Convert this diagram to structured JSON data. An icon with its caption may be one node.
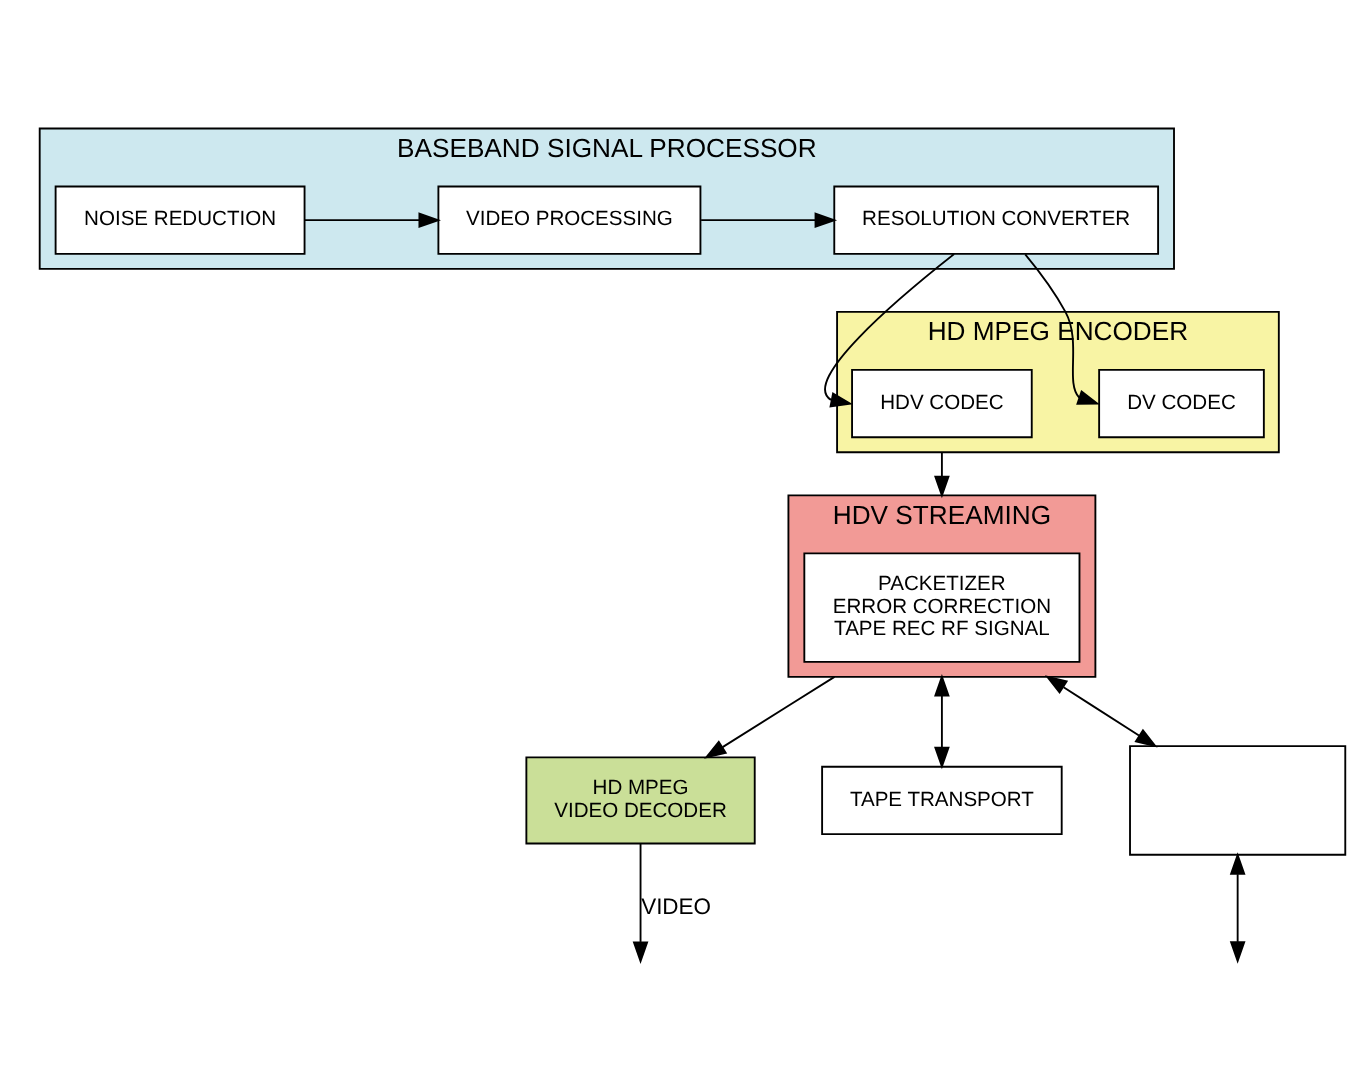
{
  "diagram": {
    "nodes": [
      {
        "text": [
          "BASEBAND SIGNAL PROCESSOR"
        ]
      },
      {
        "text": [
          "NOISE REDUCTION"
        ],
        "in": 0
      },
      {
        "text": [
          "VIDEO PROCESSING"
        ],
        "in": 0
      },
      {
        "text": [
          "RESOLUTION CONVERTER"
        ],
        "in": 0
      },
      {
        "text": [
          "HD MPEG ENCODER"
        ]
      },
      {
        "text": [
          "HDV CODEC"
        ],
        "in": 4
      },
      {
        "text": [
          "DV CODEC"
        ],
        "in": 4
      },
      {
        "text": [
          "HDV STREAMING"
        ]
      },
      {
        "text": [
          "PACKETIZER",
          "ERROR CORRECTION",
          "TAPE REC RF SIGNAL"
        ],
        "in": 7
      },
      {
        "text": [
          "HD MPEG",
          "VIDEO DECODER"
        ]
      },
      {
        "text": [
          "TAPE TRANSPORT"
        ]
      },
      {
        "text": [],
        "shape": "box"
      }
    ],
    "edges": [
      {
        "from": 1,
        "to": 2,
        "arrow": "to"
      },
      {
        "from": 2,
        "to": 3,
        "arrow": "to"
      },
      {
        "from": 3,
        "to": 5,
        "arrow": "to"
      },
      {
        "from": 3,
        "to": 6,
        "arrow": "to"
      },
      {
        "from": 4,
        "to": 7,
        "arrow": "to"
      },
      {
        "from": 7,
        "to": 9,
        "arrow": "to"
      },
      {
        "from": 7,
        "to": 10,
        "arrow": "both"
      },
      {
        "from": 7,
        "to": 11,
        "arrow": "both"
      },
      {
        "from": 9,
        "to": null,
        "arrow": "to",
        "label": "VIDEO"
      },
      {
        "from": 11,
        "to": null,
        "arrow": "both"
      }
    ]
  }
}
